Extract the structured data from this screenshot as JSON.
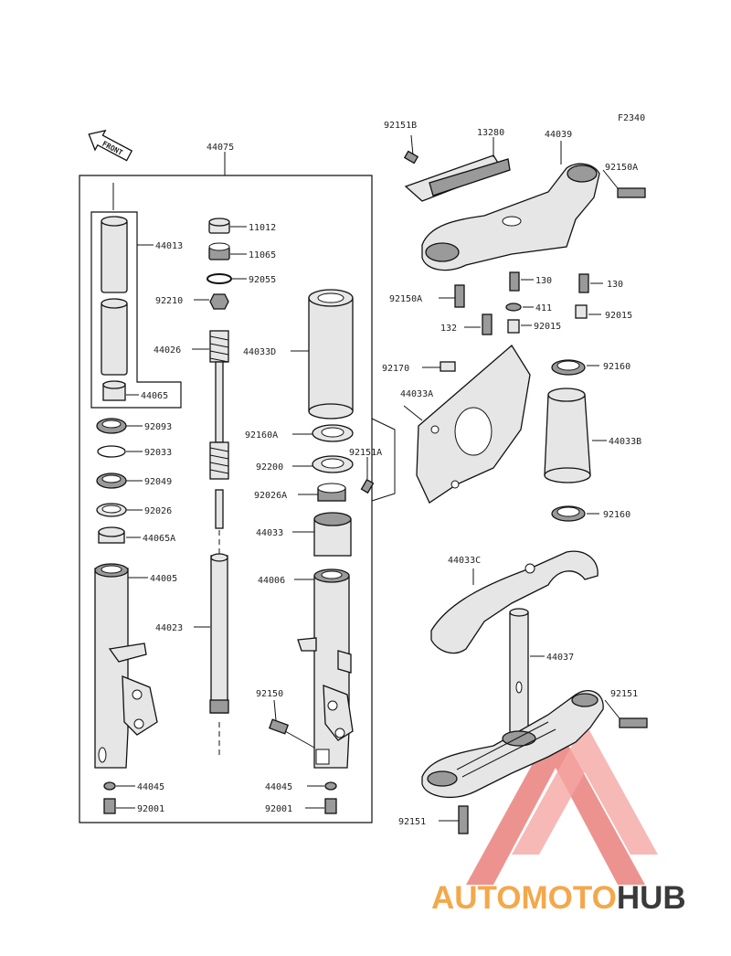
{
  "figure_code": "F2340",
  "front_label": "FRONT",
  "group_label": "44075",
  "labels": {
    "p44013": "44013",
    "p44065": "44065",
    "p92093": "92093",
    "p92033": "92033",
    "p92049": "92049",
    "p92026": "92026",
    "p44065A": "44065A",
    "p44005": "44005",
    "p44045L": "44045",
    "p92001L": "92001",
    "p11012": "11012",
    "p11065": "11065",
    "p92055": "92055",
    "p92210": "92210",
    "p44026": "44026",
    "p44023": "44023",
    "p44033D": "44033D",
    "p92160A": "92160A",
    "p92151A": "92151A",
    "p92200": "92200",
    "p92026A": "92026A",
    "p44033": "44033",
    "p44006": "44006",
    "p92150": "92150",
    "p44045R": "44045",
    "p92001R": "92001",
    "p92151B": "92151B",
    "p13280": "13280",
    "p44039": "44039",
    "p92150A1": "92150A",
    "p92150A2": "92150A",
    "p130a": "130",
    "p130b": "130",
    "p411": "411",
    "p132": "132",
    "p92015a": "92015",
    "p92015b": "92015",
    "p92170": "92170",
    "p92160a": "92160",
    "p44033A": "44033A",
    "p44033B": "44033B",
    "p92160b": "92160",
    "p44033C": "44033C",
    "p44037": "44037",
    "p92151a": "92151",
    "p92151b": "92151"
  },
  "watermark": {
    "part1": "AUTOMOTO",
    "part2": "HUB",
    "color1": "#f4a84a",
    "color2": "#3a3a3a",
    "logo_color": "#e8706a"
  }
}
